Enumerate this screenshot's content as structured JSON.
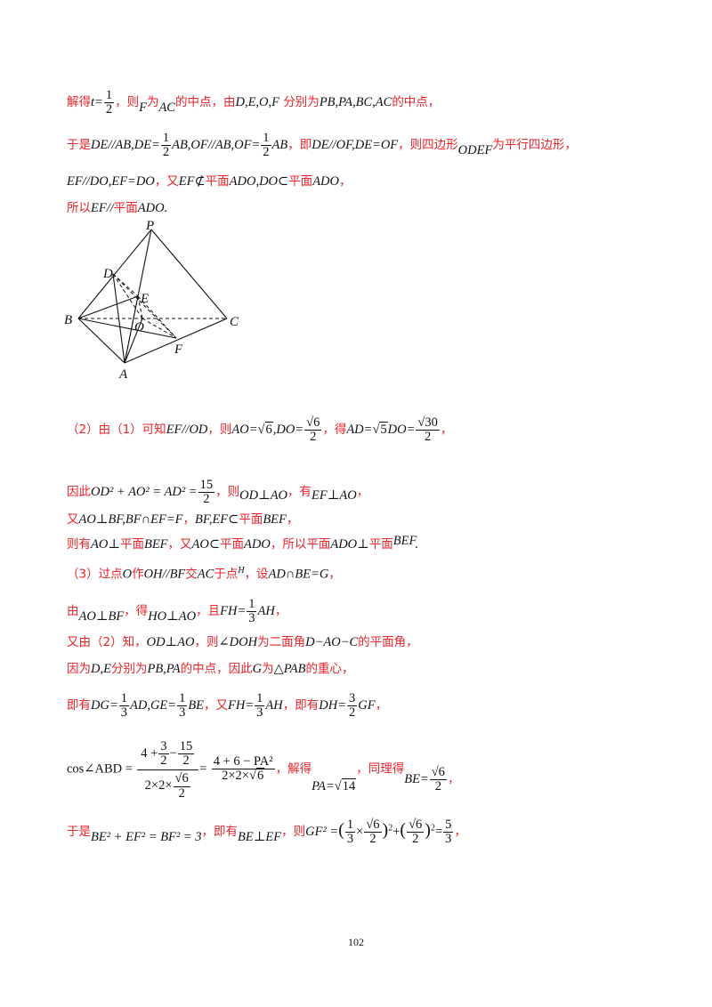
{
  "lines": {
    "l1": [
      "解得",
      "t=",
      "1",
      "2",
      "，则",
      "F",
      "为",
      "AC",
      "的中点，由",
      "D,E,O,F",
      "分别为",
      "PB,PA,BC,AC",
      "的中点，"
    ],
    "l2": [
      "于是",
      "DE//AB,DE=",
      "1",
      "2",
      "AB,OF//AB,OF=",
      "1",
      "2",
      "AB",
      "，即",
      "DE//OF,DE=OF",
      "，则四边形",
      "ODEF",
      "为平行四边形，"
    ],
    "l3": [
      "EF//DO,EF=DO",
      "，又",
      "EF⊄",
      "平面",
      "ADO,DO⊂",
      "平面",
      "ADO",
      "，"
    ],
    "l4": [
      "所以",
      "EF//",
      "平面",
      "ADO",
      "."
    ],
    "l5": [
      "（2）由（1）可知",
      "EF//OD",
      "，则",
      "AO=",
      "6",
      ",DO=",
      "√6",
      "2",
      "，得",
      "AD=",
      "5",
      "DO=",
      "√30",
      "2",
      "，"
    ],
    "l6": [
      "因此",
      "OD² + AO² = AD² =",
      "15",
      "2",
      "，则",
      "OD⊥AO",
      "，有",
      "EF⊥AO",
      "，"
    ],
    "l7": [
      "又",
      "AO⊥BF,BF∩EF=F",
      "，",
      "BF,EF⊂",
      "平面",
      "BEF",
      "，"
    ],
    "l8": [
      "则有",
      "AO⊥",
      "平面",
      "BEF",
      "，又",
      "AO⊂",
      "平面",
      "ADO",
      "，所以平面",
      "ADO⊥",
      "平面",
      "BEF",
      "."
    ],
    "l9": [
      "（3）过点",
      "O",
      "作",
      "OH//BF",
      "交",
      "AC",
      "于点",
      "H",
      "，设",
      "AD∩BE=G",
      "，"
    ],
    "l10": [
      "由",
      "AO⊥BF",
      "，得",
      "HO⊥AO",
      "，且",
      "FH=",
      "1",
      "3",
      "AH",
      "，"
    ],
    "l11": [
      "又由（2）知，",
      "OD⊥AO",
      "，则",
      "∠DOH",
      "为二面角",
      "D−AO−C",
      "的平面角，"
    ],
    "l12": [
      "因为",
      "D,E",
      "分别为",
      "PB,PA",
      "的中点，因此",
      "G",
      "为",
      "△PAB",
      "的重心，"
    ],
    "l13": [
      "即有",
      "DG=",
      "1",
      "3",
      "AD,GE=",
      "1",
      "3",
      "BE",
      "，又",
      "FH=",
      "1",
      "3",
      "AH",
      "，即有",
      "DH=",
      "3",
      "2",
      "GF",
      "，"
    ],
    "l14": [
      "cos∠ABD =",
      "4 +",
      "3",
      "2",
      "−",
      "15",
      "2",
      "2×2×",
      "√6",
      "2",
      "=",
      "4 + 6 − PA²",
      "2×2×",
      "6",
      "，解得",
      "PA=",
      "14",
      "，同理得",
      "BE=",
      "√6",
      "2",
      "，"
    ],
    "l15": [
      "于是",
      "BE² + EF² = BF² = 3",
      "，即有",
      "BE⊥EF",
      "，则",
      "GF² =",
      "1",
      "3",
      "×",
      "√6",
      "2",
      "2",
      "+",
      "√6",
      "2",
      "2",
      "=",
      "5",
      "3",
      "，"
    ]
  },
  "figure": {
    "labels": [
      "P",
      "D",
      "E",
      "B",
      "O",
      "C",
      "F",
      "A"
    ]
  },
  "page_number": "102"
}
